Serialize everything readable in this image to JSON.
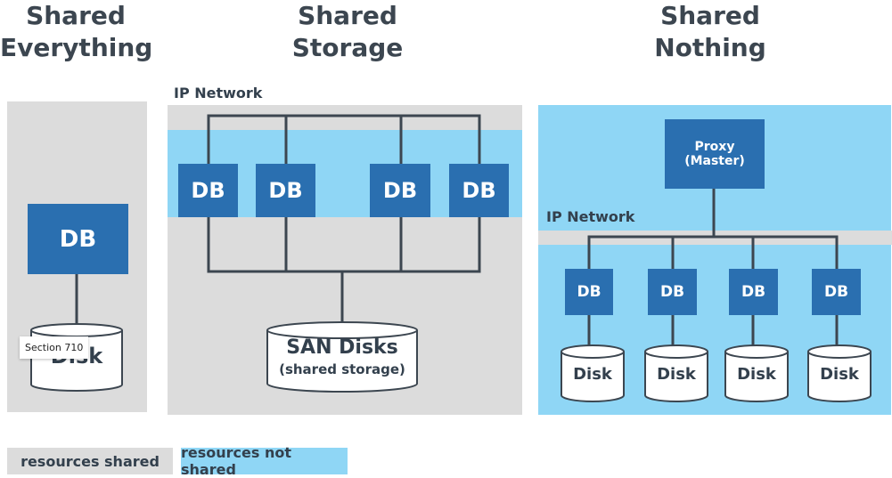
{
  "titles": {
    "shared_everything": [
      "Shared",
      "Everything"
    ],
    "shared_storage": [
      "Shared",
      "Storage"
    ],
    "shared_nothing": [
      "Shared",
      "Nothing"
    ]
  },
  "shared_everything": {
    "db_label": "DB",
    "disk_label": "Disk",
    "tooltip": "Section 710"
  },
  "shared_storage": {
    "network_label": "IP Network",
    "db_labels": [
      "DB",
      "DB",
      "DB",
      "DB"
    ],
    "san_title": "SAN Disks",
    "san_subtitle": "(shared storage)"
  },
  "shared_nothing": {
    "proxy_line1": "Proxy",
    "proxy_line2": "(Master)",
    "network_label": "IP Network",
    "db_labels": [
      "DB",
      "DB",
      "DB",
      "DB"
    ],
    "disk_labels": [
      "Disk",
      "Disk",
      "Disk",
      "Disk"
    ]
  },
  "legend": {
    "shared": "resources shared",
    "not_shared": "resources not shared"
  },
  "colors": {
    "shared_gray": "#dcdcdc",
    "not_shared_blue": "#8fd6f5",
    "db_blue": "#2a6fb0",
    "line_dark": "#3c4650"
  }
}
